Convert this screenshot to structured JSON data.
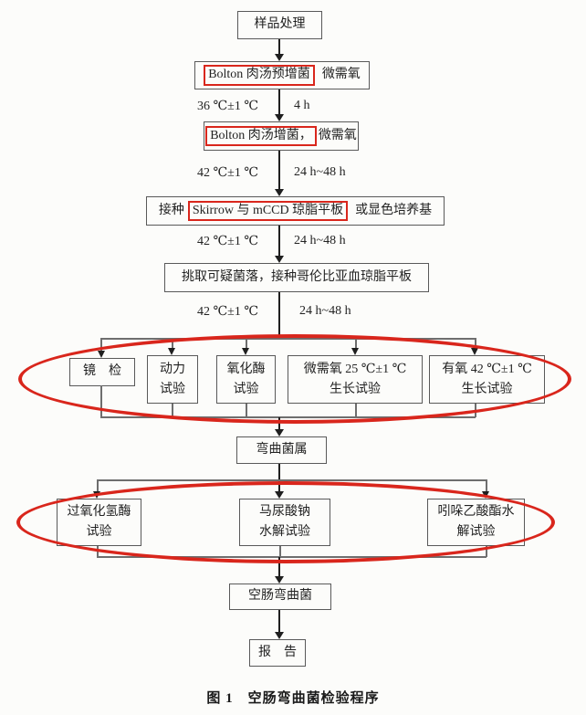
{
  "figure": {
    "caption": "图 1　空肠弯曲菌检验程序"
  },
  "colors": {
    "highlight_red": "#d9261c",
    "box_border": "#595959",
    "arrow": "#1f1f1f",
    "connector": "#6e6e6e",
    "background": "#fcfcfa",
    "text": "#222222"
  },
  "nodes": {
    "sample": "样品处理",
    "pre_enrich_red": "Bolton 肉汤预增菌",
    "pre_enrich_rest": "微需氧",
    "enrich_red": "Bolton 肉汤增菌，",
    "enrich_rest": "微需氧",
    "plating_prefix": "接种",
    "plating_red": "Skirrow 与 mCCD 琼脂平板",
    "plating_suffix": "或显色培养基",
    "pick_colonies": "挑取可疑菌落，接种哥伦比亚血琼脂平板",
    "microscopy": "镜　检",
    "motility_l1": "动力",
    "motility_l2": "试验",
    "oxidase_l1": "氧化酶",
    "oxidase_l2": "试验",
    "micro25_l1": "微需氧 25 ℃±1 ℃",
    "micro25_l2": "生长试验",
    "aerobic42_l1": "有氧 42 ℃±1 ℃",
    "aerobic42_l2": "生长试验",
    "genus": "弯曲菌属",
    "catalase_l1": "过氧化氢酶",
    "catalase_l2": "试验",
    "hippurate_l1": "马尿酸钠",
    "hippurate_l2": "水解试验",
    "indoxyl_l1": "吲哚乙酸酯水",
    "indoxyl_l2": "解试验",
    "cjejuni": "空肠弯曲菌",
    "report": "报　告"
  },
  "edges": {
    "temp_36": "36 ℃±1 ℃",
    "time_4h": "4 h",
    "temp_42_a": "42 ℃±1 ℃",
    "time_24_48_a": "24 h~48 h",
    "temp_42_b": "42 ℃±1 ℃",
    "time_24_48_b": "24 h~48 h",
    "temp_42_c": "42 ℃±1 ℃",
    "time_24_48_c": "24 h~48 h"
  }
}
